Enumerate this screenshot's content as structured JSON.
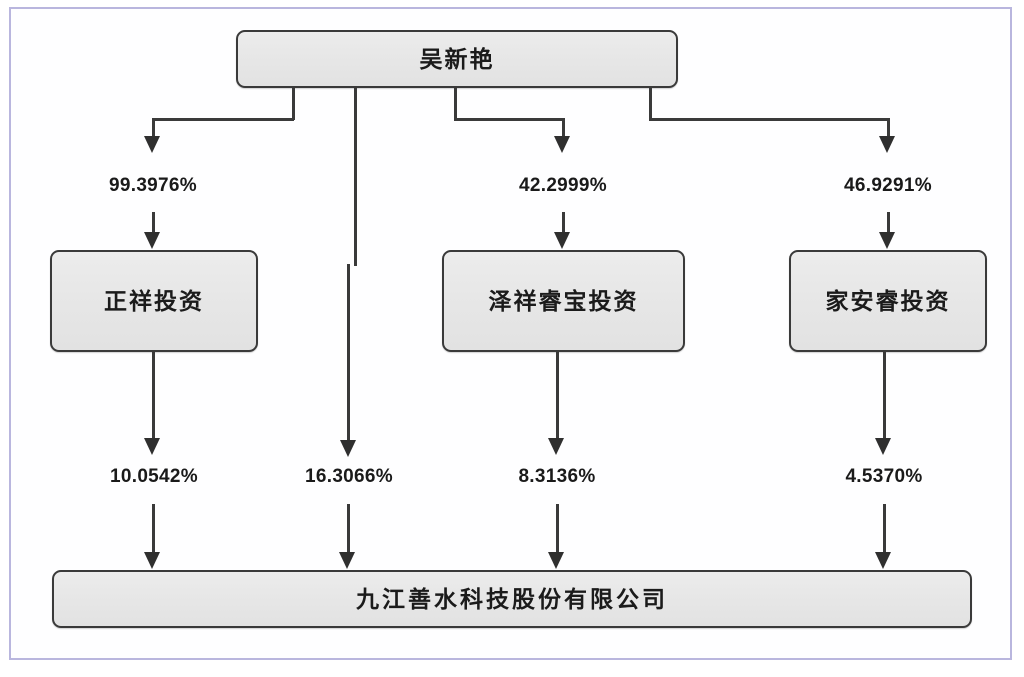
{
  "diagram": {
    "title_node": {
      "id": "wu-xinyan",
      "label": "吴新艳"
    },
    "intermediate_nodes": [
      {
        "id": "zhengxiang",
        "label": "正祥投资"
      },
      {
        "id": "zexiangruibao",
        "label": "泽祥睿宝投资"
      },
      {
        "id": "jiananrui",
        "label": "家安睿投资"
      }
    ],
    "bottom_node": {
      "id": "jiujiang-shanshui",
      "label": "九江善水科技股份有限公司"
    },
    "upper_percentages": [
      {
        "id": "pct-zhengxiang",
        "value": "99.3976%"
      },
      {
        "id": "pct-zexiangruibao",
        "value": "42.2999%"
      },
      {
        "id": "pct-jiananrui",
        "value": "46.9291%"
      }
    ],
    "lower_percentages": [
      {
        "id": "pct-zhengxiang-to-company",
        "value": "10.0542%"
      },
      {
        "id": "pct-direct-to-company",
        "value": "16.3066%"
      },
      {
        "id": "pct-zexiangruibao-to-company",
        "value": "8.3136%"
      },
      {
        "id": "pct-jiananrui-to-company",
        "value": "4.5370%"
      }
    ],
    "colors": {
      "frame": "#b9b6de",
      "line": "#3a3a3a",
      "box_fill": "#e9e9e9",
      "box_border": "#3a3a3a",
      "text": "#1b1b1b"
    }
  }
}
